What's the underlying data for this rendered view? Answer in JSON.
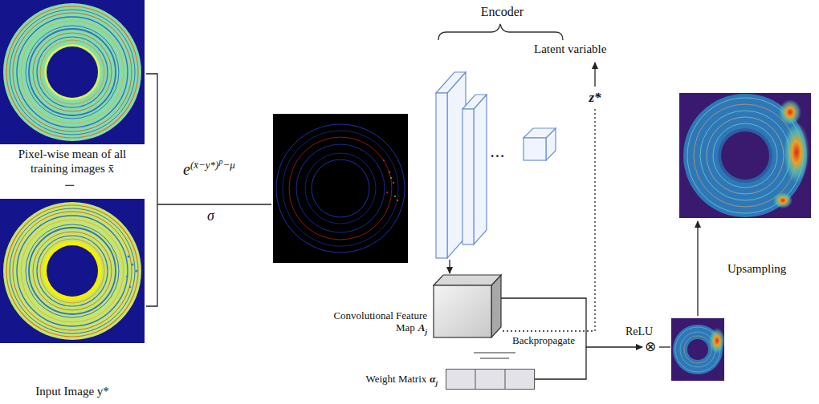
{
  "diagram": {
    "nodes": [
      {
        "text": [
          "Pixel-wise mean of all training images x̄"
        ]
      },
      {
        "text": [
          "Input Image y*"
        ]
      },
      {
        "text": [
          "Encoder"
        ]
      },
      {
        "text": [
          "Convolutional Feature Map",
          "A",
          "j"
        ]
      },
      {
        "text": [
          "Weight Matrix",
          "α",
          "j"
        ]
      },
      {
        "text": [
          "z*"
        ]
      }
    ],
    "edges": [
      {
        "from": 2,
        "to": 3,
        "arrow": "to"
      },
      {
        "from": 5,
        "to": 3,
        "label": "Backpropagate",
        "arrow": "none"
      }
    ],
    "labels": [
      "−",
      "e",
      "(x̄−y*)",
      "p",
      "−μ",
      "σ",
      "Latent variable",
      "...",
      "ReLU",
      "Upsampling",
      "⊗"
    ]
  }
}
